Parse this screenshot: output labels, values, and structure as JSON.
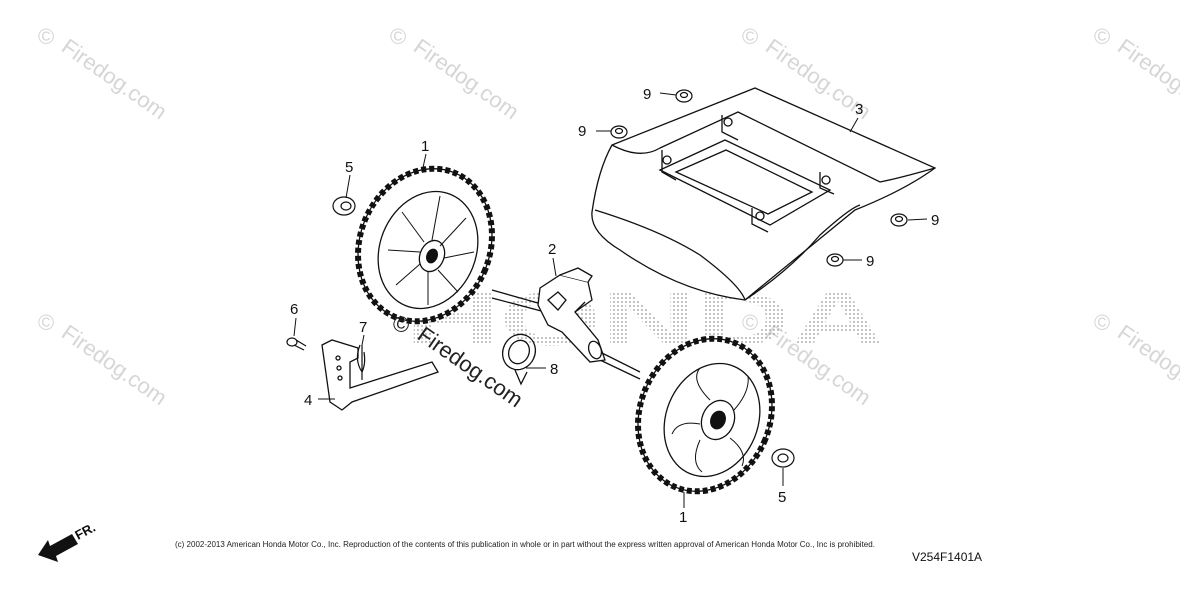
{
  "callouts": {
    "wheel_left": "1",
    "wheel_right": "1",
    "axle_bracket": "2",
    "cover": "3",
    "handle_rod": "4",
    "nut_left": "5",
    "nut_right": "5",
    "bolt": "6",
    "clip_pin": "7",
    "spring_clip": "8",
    "grommet_a": "9",
    "grommet_b": "9",
    "grommet_c": "9",
    "grommet_d": "9"
  },
  "watermark": {
    "text": "Firedog.com",
    "symbol": "©",
    "logo": "HONDA"
  },
  "front_label": "FR.",
  "copyright": "(c) 2002-2013 American Honda Motor Co., Inc. Reproduction of the contents of this publication in whole or in part without the express written approval of American Honda Motor Co., Inc is prohibited.",
  "drawing_code": "V254F1401A"
}
